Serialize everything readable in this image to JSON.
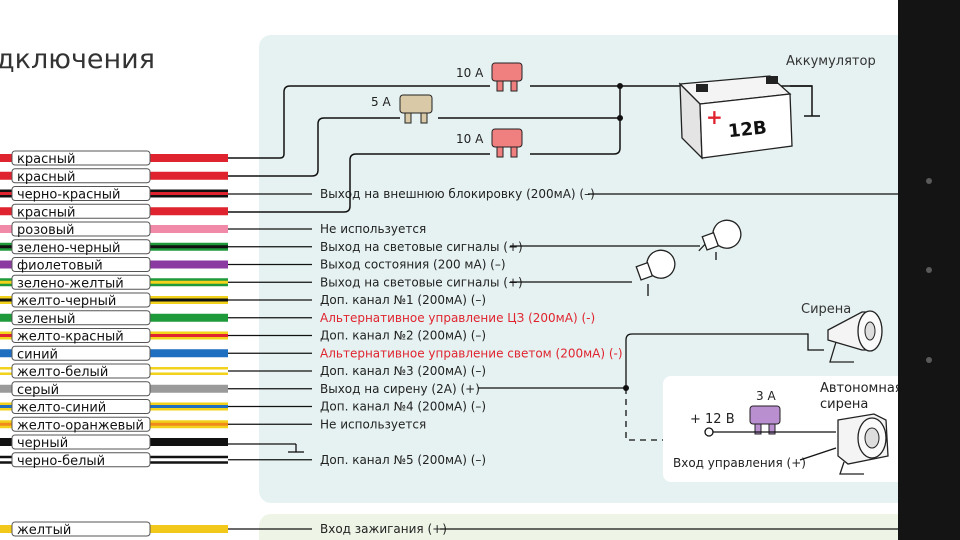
{
  "title": "дключения",
  "wires": [
    {
      "label": "красный",
      "colors": [
        "#e0242f"
      ],
      "desc": ""
    },
    {
      "label": "красный",
      "colors": [
        "#e0242f"
      ],
      "desc": ""
    },
    {
      "label": "черно-красный",
      "colors": [
        "#111111",
        "#e0242f"
      ],
      "desc": ""
    },
    {
      "label": "красный",
      "colors": [
        "#e0242f"
      ],
      "desc": ""
    },
    {
      "label": "розовый",
      "colors": [
        "#f08aa8"
      ],
      "desc": "Не используется"
    },
    {
      "label": "зелено-черный",
      "colors": [
        "#1f9a3a",
        "#111111"
      ],
      "desc": "Выход на световые сигналы (+)"
    },
    {
      "label": "фиолетовый",
      "colors": [
        "#8a3aa0"
      ],
      "desc": "Выход состояния (200 мА) (–)"
    },
    {
      "label": "зелено-желтый",
      "colors": [
        "#1f9a3a",
        "#f2d21a"
      ],
      "desc": "Выход на световые сигналы (+)"
    },
    {
      "label": "желто-черный",
      "colors": [
        "#f2d21a",
        "#111111"
      ],
      "desc": "Доп. канал №1 (200мА) (–)"
    },
    {
      "label": "зеленый",
      "colors": [
        "#1f9a3a"
      ],
      "desc": "Альтернативное управление ЦЗ (200мА) (-)"
    },
    {
      "label": "желто-красный",
      "colors": [
        "#f2d21a",
        "#e0242f"
      ],
      "desc": "Доп. канал №2 (200мА) (–)"
    },
    {
      "label": "синий",
      "colors": [
        "#1f6fc0"
      ],
      "desc": "Альтернативное управление светом (200мА) (-)"
    },
    {
      "label": "желто-белый",
      "colors": [
        "#f2d21a",
        "#ffffff"
      ],
      "desc": "Доп. канал №3 (200мА) (–)"
    },
    {
      "label": "серый",
      "colors": [
        "#9a9a9a"
      ],
      "desc": "Выход на сирену (2А) (+)"
    },
    {
      "label": "желто-синий",
      "colors": [
        "#f2d21a",
        "#1f6fc0"
      ],
      "desc": "Доп. канал №4 (200мА) (–)"
    },
    {
      "label": "желто-оранжевый",
      "colors": [
        "#f2d21a",
        "#f08a1a"
      ],
      "desc": "Не используется"
    },
    {
      "label": "черный",
      "colors": [
        "#111111"
      ],
      "desc": ""
    },
    {
      "label": "черно-белый",
      "colors": [
        "#111111",
        "#ffffff"
      ],
      "desc": "Доп. канал №5 (200мА) (–)"
    }
  ],
  "wire_blocking_desc": "Выход на  внешнюю блокировку (200мА) (–)",
  "wire_bottom": {
    "label": "желтый",
    "colors": [
      "#f2c81a"
    ],
    "desc": "Вход зажигания (+)"
  },
  "fuses": {
    "top": "10 А",
    "mid": "5 А",
    "bottom": "10 А",
    "autonomous": "3 А"
  },
  "battery": {
    "title": "Аккумулятор",
    "label": "12В"
  },
  "siren": {
    "title": "Сирена"
  },
  "autonomous_siren": {
    "title_line1": "Автономная",
    "title_line2": "сирена",
    "supply": "+ 12 В",
    "control": "Вход управления (+)"
  },
  "colors": {
    "panel_top": "#e6f2f1",
    "panel_bottom": "#eef5e6",
    "alt_text": "#e0242f",
    "fuse_red": "#f08080",
    "fuse_tan": "#d9c9a6",
    "fuse_purple": "#b98fd0"
  }
}
